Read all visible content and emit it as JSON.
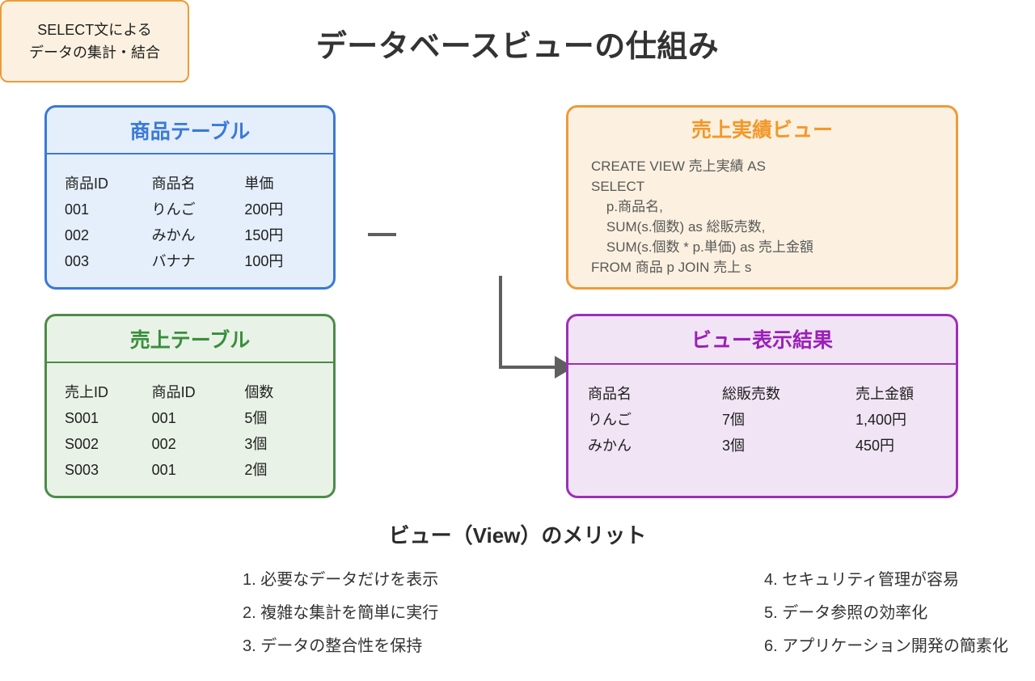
{
  "title": "データベースビューの仕組み",
  "product_table": {
    "title": "商品テーブル",
    "accent": "#3b78d8",
    "fill": "#e4effb",
    "columns": [
      "商品ID",
      "商品名",
      "単価"
    ],
    "rows": [
      [
        "001",
        "りんご",
        "200円"
      ],
      [
        "002",
        "みかん",
        "150円"
      ],
      [
        "003",
        "バナナ",
        "100円"
      ]
    ]
  },
  "sales_table": {
    "title": "売上テーブル",
    "accent": "#388e3c",
    "fill": "#e8f2e6",
    "columns": [
      "売上ID",
      "商品ID",
      "個数"
    ],
    "rows": [
      [
        "S001",
        "001",
        "5個"
      ],
      [
        "S002",
        "002",
        "3個"
      ],
      [
        "S003",
        "001",
        "2個"
      ]
    ]
  },
  "operation": {
    "label": "SELECT文による\nデータの集計・結合",
    "accent": "#ee9a3c",
    "fill": "#fcf1e0"
  },
  "view_definition": {
    "title": "売上実績ビュー",
    "accent": "#f3982a",
    "fill": "#fcf1e0",
    "sql": "CREATE VIEW 売上実績 AS\nSELECT\n    p.商品名,\n    SUM(s.個数) as 総販売数,\n    SUM(s.個数 * p.単価) as 売上金額\nFROM 商品 p JOIN 売上 s"
  },
  "view_result": {
    "title": "ビュー表示結果",
    "accent": "#9b1fb8",
    "fill": "#f1e5f5",
    "columns": [
      "商品名",
      "総販売数",
      "売上金額"
    ],
    "rows": [
      [
        "りんご",
        "7個",
        "1,400円"
      ],
      [
        "みかん",
        "3個",
        "450円"
      ]
    ]
  },
  "benefits": {
    "heading": "ビュー（View）のメリット",
    "left": [
      "1. 必要なデータだけを表示",
      "2. 複雑な集計を簡単に実行",
      "3. データの整合性を保持"
    ],
    "right": [
      "4. セキュリティ管理が容易",
      "5. データ参照の効率化",
      "6. アプリケーション開発の簡素化"
    ]
  },
  "connector_color": "#5f5f5f"
}
